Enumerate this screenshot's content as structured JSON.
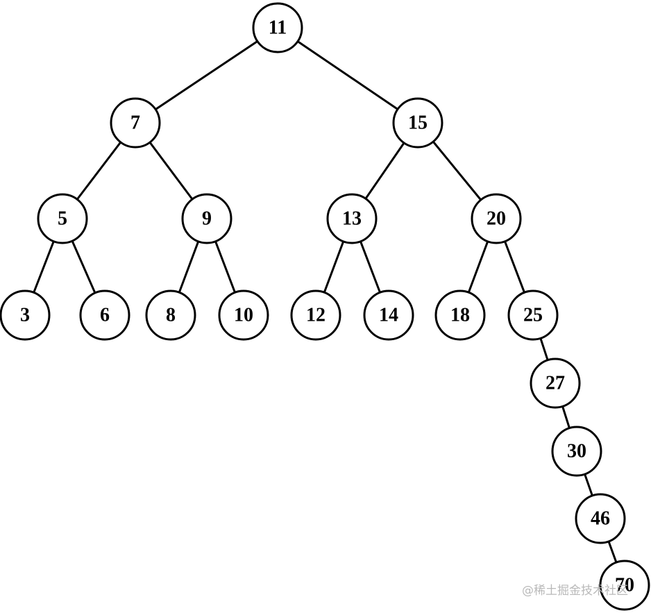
{
  "tree": {
    "nodes": [
      {
        "id": "n11",
        "label": "11"
      },
      {
        "id": "n7",
        "label": "7"
      },
      {
        "id": "n15",
        "label": "15"
      },
      {
        "id": "n5",
        "label": "5"
      },
      {
        "id": "n9",
        "label": "9"
      },
      {
        "id": "n13",
        "label": "13"
      },
      {
        "id": "n20",
        "label": "20"
      },
      {
        "id": "n3",
        "label": "3"
      },
      {
        "id": "n6",
        "label": "6"
      },
      {
        "id": "n8",
        "label": "8"
      },
      {
        "id": "n10",
        "label": "10"
      },
      {
        "id": "n12",
        "label": "12"
      },
      {
        "id": "n14",
        "label": "14"
      },
      {
        "id": "n18",
        "label": "18"
      },
      {
        "id": "n25",
        "label": "25"
      },
      {
        "id": "n27",
        "label": "27"
      },
      {
        "id": "n30",
        "label": "30"
      },
      {
        "id": "n46",
        "label": "46"
      },
      {
        "id": "n70",
        "label": "70"
      }
    ],
    "edges": [
      {
        "from": "n11",
        "to": "n7"
      },
      {
        "from": "n11",
        "to": "n15"
      },
      {
        "from": "n7",
        "to": "n5"
      },
      {
        "from": "n7",
        "to": "n9"
      },
      {
        "from": "n15",
        "to": "n13"
      },
      {
        "from": "n15",
        "to": "n20"
      },
      {
        "from": "n5",
        "to": "n3"
      },
      {
        "from": "n5",
        "to": "n6"
      },
      {
        "from": "n9",
        "to": "n8"
      },
      {
        "from": "n9",
        "to": "n10"
      },
      {
        "from": "n13",
        "to": "n12"
      },
      {
        "from": "n13",
        "to": "n14"
      },
      {
        "from": "n20",
        "to": "n18"
      },
      {
        "from": "n20",
        "to": "n25"
      },
      {
        "from": "n25",
        "to": "n27"
      },
      {
        "from": "n27",
        "to": "n30"
      },
      {
        "from": "n30",
        "to": "n46"
      },
      {
        "from": "n46",
        "to": "n70"
      }
    ]
  },
  "watermark": {
    "text": "@稀土掘金技术社区"
  }
}
